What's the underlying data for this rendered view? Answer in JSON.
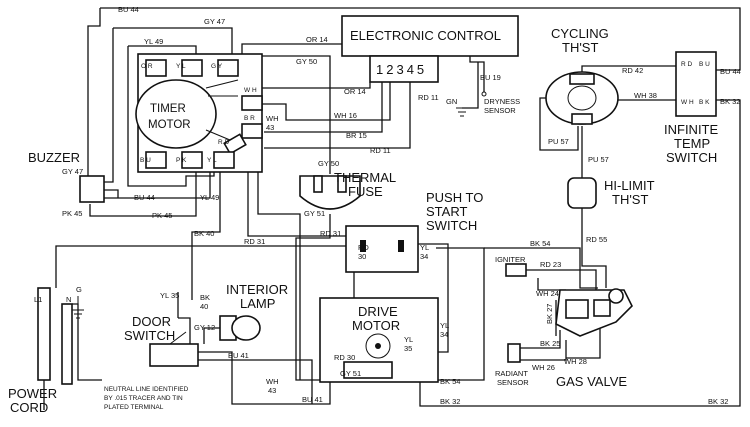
{
  "components": {
    "electronic_control": "ELECTRONIC CONTROL",
    "control_pins": "12345",
    "cycling_thst_1": "CYCLING",
    "cycling_thst_2": "TH'ST",
    "infinite_temp_1": "INFINITE",
    "infinite_temp_2": "TEMP",
    "infinite_temp_3": "SWITCH",
    "timer_motor_1": "TIMER",
    "timer_motor_2": "MOTOR",
    "buzzer": "BUZZER",
    "thermal_fuse_1": "THERMAL",
    "thermal_fuse_2": "FUSE",
    "push_to_start_1": "PUSH TO",
    "push_to_start_2": "START",
    "push_to_start_3": "SWITCH",
    "hi_limit_1": "HI-LIMIT",
    "hi_limit_2": "TH'ST",
    "drive_motor_1": "DRIVE",
    "drive_motor_2": "MOTOR",
    "interior_lamp_1": "INTERIOR",
    "interior_lamp_2": "LAMP",
    "door_switch_1": "DOOR",
    "door_switch_2": "SWITCH",
    "power_cord_1": "POWER",
    "power_cord_2": "CORD",
    "gas_valve": "GAS VALVE",
    "igniter": "IGNITER",
    "radiant_sensor_1": "RADIANT",
    "radiant_sensor_2": "SENSOR",
    "dryness_sensor_1": "DRYNESS",
    "dryness_sensor_2": "SENSOR",
    "gn": "GN",
    "cord_l1": "L1",
    "cord_n": "N",
    "cord_g": "G"
  },
  "neutral_note": [
    "NEUTRAL LINE IDENTIFIED",
    "BY .015 TRACER AND TIN",
    "PLATED TERMINAL"
  ],
  "timer_terminals": [
    "O R",
    "Y L",
    "G Y",
    "W H",
    "B R",
    "R D",
    "B U",
    "P K",
    "Y L"
  ],
  "thermostat_terminals": {
    "rd": "R D",
    "wh": "W H",
    "bu": "B U",
    "bk": "B K"
  },
  "wires": {
    "bu44_top": "BU 44",
    "gy47_top": "GY 47",
    "yl49_top": "YL 49",
    "or14_top": "OR 14",
    "gy50_top": "GY 50",
    "or14_mid": "OR 14",
    "rd11_right": "RD 11",
    "wh16": "WH 16",
    "wh43_timer": "WH",
    "wh43_timer_n": "43",
    "br15": "BR 15",
    "rd11_low": "RD 11",
    "bu19": "BU 19",
    "rd42": "RD 42",
    "wh38": "WH 38",
    "bu44_right": "BU 44",
    "bk32_right": "BK 32",
    "pu57_left": "PU 57",
    "pu57_right": "PU 57",
    "gy47_buzzer": "GY 47",
    "pk45_buzzer": "PK 45",
    "bu44_bottom": "BU 44",
    "pk45_bottom": "PK 45",
    "yl49_bottom": "YL 49",
    "gy50_fuse": "GY 50",
    "gy51_fuse": "GY 51",
    "bk40": "BK 40",
    "rd31_left": "RD 31",
    "rd31_switch": "RD 31",
    "rd30": "RD",
    "rd30_n": "30",
    "yl34": "YL",
    "yl34_n": "34",
    "bk54": "BK 54",
    "rd55": "RD 55",
    "rd23": "RD 23",
    "wh24": "WH 24",
    "bk27": "BK 27",
    "bk25": "BK 25",
    "wh26": "WH 26",
    "wh28": "WH 28",
    "yl35": "YL 35",
    "bk40_lamp": "BK",
    "bk40_lamp_n": "40",
    "gy12": "GY 12",
    "bu41_switch": "BU 41",
    "wh43_low": "WH",
    "wh43_low_n": "43",
    "bu41_bottom": "BU 41",
    "rd30_motor": "RD 30",
    "gy51_motor": "GY 51",
    "yl35_motor": "YL",
    "yl35_motor_n": "35",
    "yl34_motor": "YL",
    "yl34_motor_n": "34",
    "bk54_bottom": "BK 54",
    "bk32_bottom": "BK 32",
    "bk32_far": "BK 32"
  }
}
